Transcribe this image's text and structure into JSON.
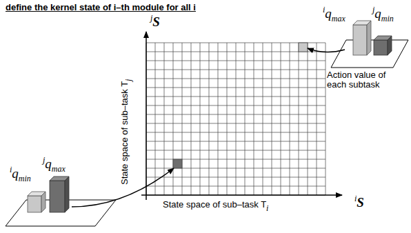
{
  "diagram": {
    "labels": [
      "define the kernel state of i–th module for all i",
      "i",
      "S",
      "j",
      "S",
      "State space of sub–task T",
      "i",
      "State space of sub–task T",
      "j",
      "i",
      "q",
      "max",
      "j",
      "q",
      "min",
      "Action value of each subtask",
      "i",
      "q",
      "min",
      "j",
      "q",
      "max"
    ]
  }
}
